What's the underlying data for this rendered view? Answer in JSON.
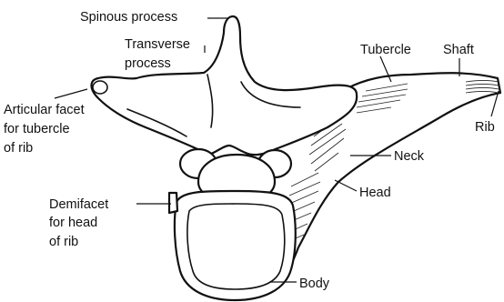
{
  "labels": {
    "spinous": "Spinous process",
    "transverse_1": "Transverse",
    "transverse_2": "process",
    "tubercle": "Tubercle",
    "shaft": "Shaft",
    "rib": "Rib",
    "articular_1": "Articular facet",
    "articular_2": "for tubercle",
    "articular_3": "of rib",
    "neck": "Neck",
    "demifacet_1": "Demifacet",
    "demifacet_2": "for head",
    "demifacet_3": "of rib",
    "head": "Head",
    "body": "Body"
  }
}
